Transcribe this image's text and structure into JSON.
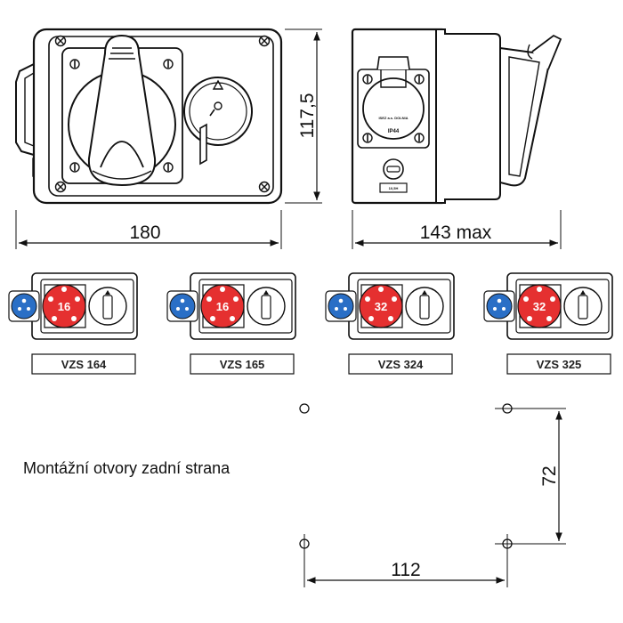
{
  "dimensions": {
    "width": "180",
    "height": "117,5",
    "depth": "143 max",
    "hole_vertical": "72",
    "hole_horizontal": "112"
  },
  "side_view": {
    "ip_rating": "IP44",
    "maker_mark": "ISEZ a.s. DOLNIA",
    "fuse_label": "10,5H"
  },
  "variants": [
    {
      "code": "VZS 164",
      "rating": "16"
    },
    {
      "code": "VZS 165",
      "rating": "16"
    },
    {
      "code": "VZS 324",
      "rating": "32"
    },
    {
      "code": "VZS 325",
      "rating": "32"
    }
  ],
  "mounting_note": "Montážní otvory zadní strana",
  "colors": {
    "socket_blue": "#2a6fc6",
    "socket_red": "#e53030",
    "line": "#1a1a1a"
  }
}
